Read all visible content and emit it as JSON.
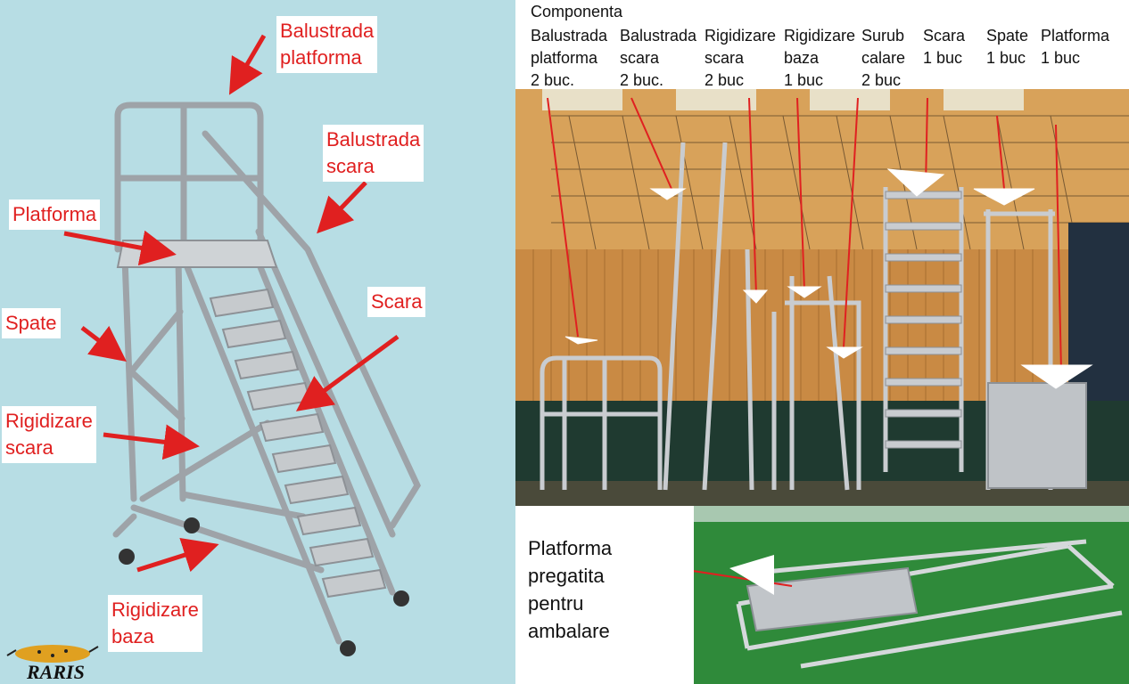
{
  "left_panel": {
    "background": "#b7dde4",
    "labels": {
      "balustrada_platforma": "Balustrada\nplatforma",
      "balustrada_scara": "Balustrada\nscara",
      "platforma": "Platforma",
      "scara": "Scara",
      "spate": "Spate",
      "rigidizare_scara": "Rigidizare\nscara",
      "rigidizare_baza": "Rigidizare\nbaza"
    },
    "logo_text": "RARIS"
  },
  "components_header": {
    "title": "Componenta",
    "columns": [
      {
        "name": "Balustrada\nplatforma",
        "qty": "2 buc."
      },
      {
        "name": "Balustrada\nscara",
        "qty": "2 buc."
      },
      {
        "name": "Rigidizare\nscara",
        "qty": "2 buc"
      },
      {
        "name": "Rigidizare\nbaza",
        "qty": "1 buc"
      },
      {
        "name": "Surub\ncalare",
        "qty": "2 buc"
      },
      {
        "name": "Scara",
        "qty": "1 buc"
      },
      {
        "name": "Spate",
        "qty": "1 buc"
      },
      {
        "name": "Platforma",
        "qty": "1 buc"
      }
    ]
  },
  "packing_caption": "Platforma\npregatita\npentru\nambalare",
  "colors": {
    "arrow_red": "#e02020",
    "sky": "#b7dde4",
    "wall": "#d7a35f",
    "floor": "#2f8a3a"
  }
}
